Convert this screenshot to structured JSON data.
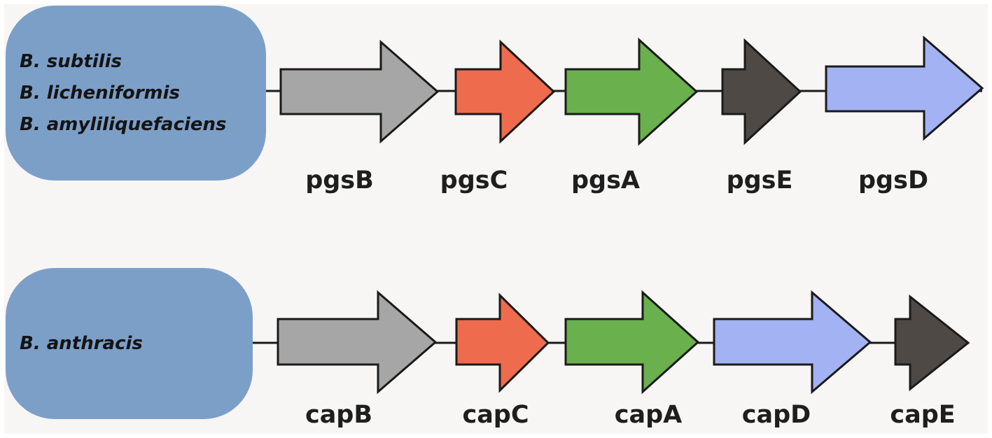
{
  "operons": [
    {
      "species": [
        "B. subtilis",
        "B. licheniformis",
        "B. amyliliquefaciens"
      ],
      "genes": [
        {
          "name": "pgsB",
          "color": "#a6a6a6"
        },
        {
          "name": "pgsC",
          "color": "#ee6c4d"
        },
        {
          "name": "pgsA",
          "color": "#6ab04c"
        },
        {
          "name": "pgsE",
          "color": "#4f4945"
        },
        {
          "name": "pgsD",
          "color": "#a2b2f2"
        }
      ]
    },
    {
      "species": [
        "B. anthracis"
      ],
      "genes": [
        {
          "name": "capB",
          "color": "#a6a6a6"
        },
        {
          "name": "capC",
          "color": "#ee6c4d"
        },
        {
          "name": "capA",
          "color": "#6ab04c"
        },
        {
          "name": "capD",
          "color": "#a2b2f2"
        },
        {
          "name": "capE",
          "color": "#4f4945"
        }
      ]
    }
  ],
  "colors": {
    "species_box": "#7c9fc8",
    "outline": "#1a1a1a",
    "background": "#f7f6f5"
  }
}
